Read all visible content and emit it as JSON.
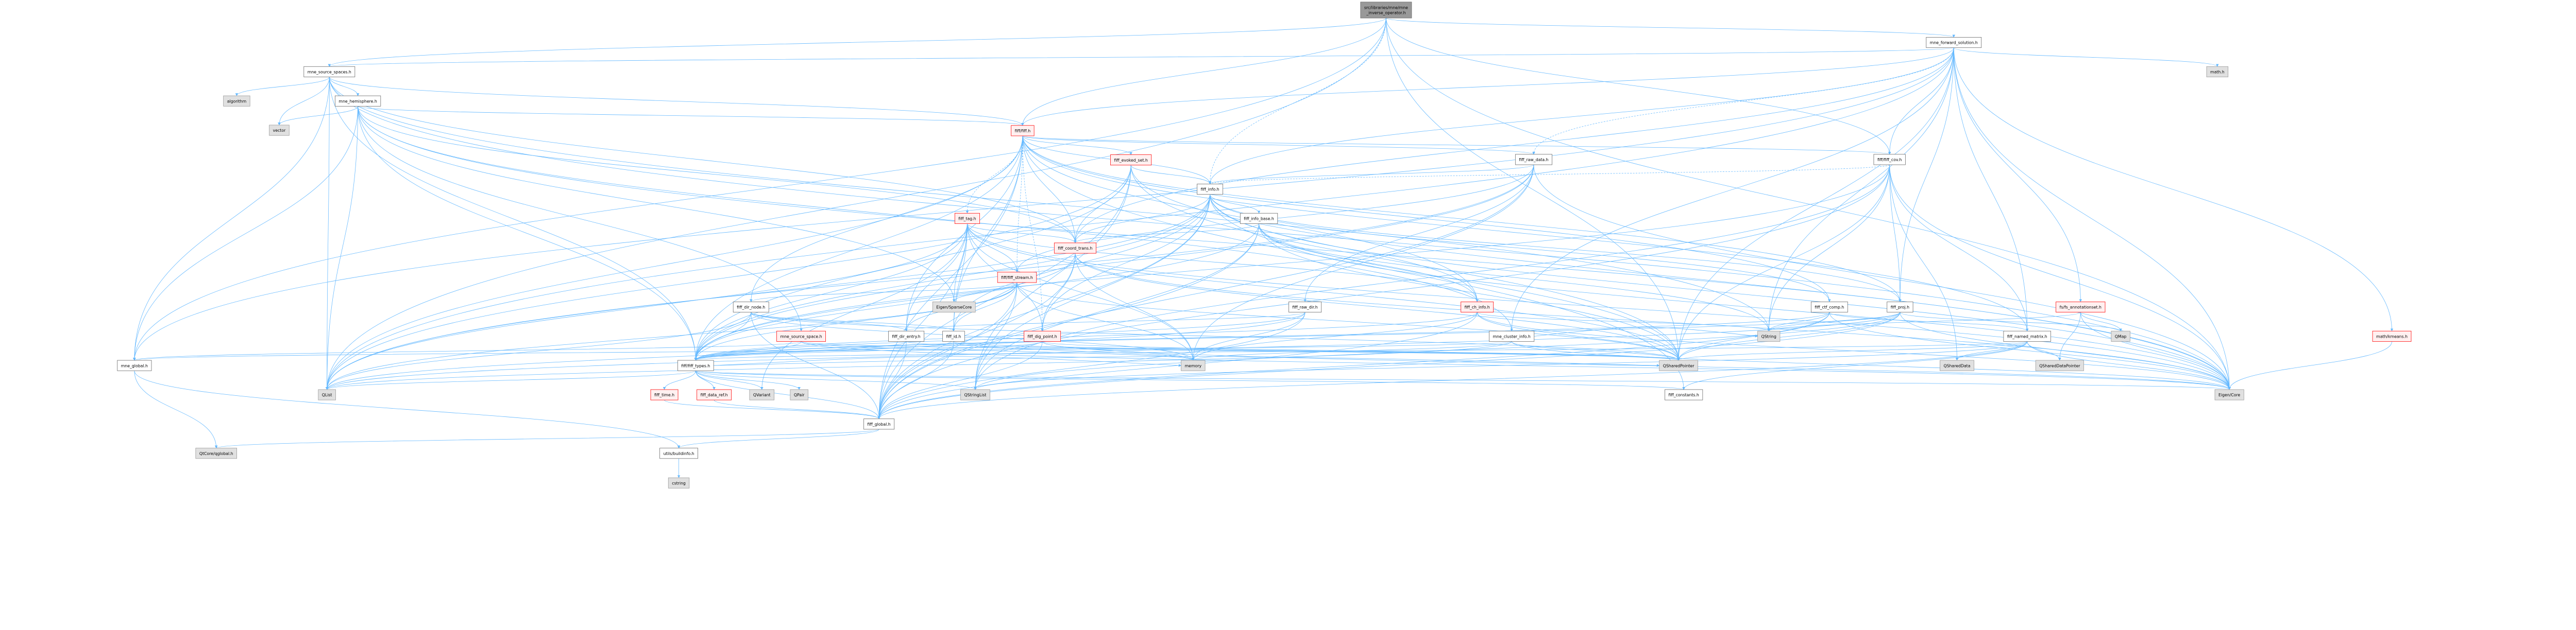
{
  "title": "src/libraries/mne/mne_inverse_operator.h",
  "colors": {
    "edge": "#63b8ff",
    "root_fill": "#999999",
    "red_border": "#ff0000",
    "red_fill": "#fff0f0",
    "external_fill": "#e0e0e0"
  },
  "nodes": [
    {
      "id": "root",
      "label": "src/libraries/mne/mne_inverse_operator.h",
      "lines": [
        "src/libraries/mne/mne",
        "_inverse_operator.h"
      ],
      "kind": "root"
    },
    {
      "id": "fwd",
      "label": "mne_forward_solution.h",
      "kind": "normal"
    },
    {
      "id": "ssp",
      "label": "mne_source_spaces.h",
      "kind": "normal"
    },
    {
      "id": "mathh",
      "label": "math.h",
      "kind": "ext"
    },
    {
      "id": "algorithm",
      "label": "algorithm",
      "kind": "ext"
    },
    {
      "id": "hemi",
      "label": "mne_hemisphere.h",
      "kind": "normal"
    },
    {
      "id": "vector",
      "label": "vector",
      "kind": "ext"
    },
    {
      "id": "fiff",
      "label": "fiff/fiff.h",
      "kind": "red"
    },
    {
      "id": "evoked",
      "label": "fiff_evoked_set.h",
      "kind": "red"
    },
    {
      "id": "rawdata",
      "label": "fiff_raw_data.h",
      "kind": "normal"
    },
    {
      "id": "cov",
      "label": "fiff/fiff_cov.h",
      "kind": "normal"
    },
    {
      "id": "info",
      "label": "fiff_info.h",
      "kind": "normal"
    },
    {
      "id": "tag",
      "label": "fiff_tag.h",
      "kind": "red"
    },
    {
      "id": "infobase",
      "label": "fiff_info_base.h",
      "kind": "normal"
    },
    {
      "id": "coord",
      "label": "fiff_coord_trans.h",
      "kind": "red"
    },
    {
      "id": "stream",
      "label": "fiff/fiff_stream.h",
      "kind": "red"
    },
    {
      "id": "dirnode",
      "label": "fiff_dir_node.h",
      "kind": "normal"
    },
    {
      "id": "sparse",
      "label": "Eigen/SparseCore",
      "kind": "ext"
    },
    {
      "id": "rawdir",
      "label": "fiff_raw_dir.h",
      "kind": "normal"
    },
    {
      "id": "chinfo",
      "label": "fiff_ch_info.h",
      "kind": "red"
    },
    {
      "id": "ctf",
      "label": "fiff_ctf_comp.h",
      "kind": "normal"
    },
    {
      "id": "proj",
      "label": "fiff_proj.h",
      "kind": "normal"
    },
    {
      "id": "annot",
      "label": "fs/fs_annotationset.h",
      "kind": "red"
    },
    {
      "id": "srcspace",
      "label": "mne_source_space.h",
      "kind": "red"
    },
    {
      "id": "direntry",
      "label": "fiff_dir_entry.h",
      "kind": "normal"
    },
    {
      "id": "fid",
      "label": "fiff_id.h",
      "kind": "normal"
    },
    {
      "id": "dig",
      "label": "fiff_dig_point.h",
      "kind": "red"
    },
    {
      "id": "cluster",
      "label": "mne_cluster_info.h",
      "kind": "normal"
    },
    {
      "id": "qstring",
      "label": "QString",
      "kind": "ext"
    },
    {
      "id": "named",
      "label": "fiff_named_matrix.h",
      "kind": "normal"
    },
    {
      "id": "qmap",
      "label": "QMap",
      "kind": "ext"
    },
    {
      "id": "kmeans",
      "label": "math/kmeans.h",
      "kind": "red"
    },
    {
      "id": "mneglobal",
      "label": "mne_global.h",
      "kind": "normal"
    },
    {
      "id": "types",
      "label": "fiff/fiff_types.h",
      "kind": "normal"
    },
    {
      "id": "memory",
      "label": "memory",
      "kind": "ext"
    },
    {
      "id": "qsp",
      "label": "QSharedPointer",
      "kind": "ext"
    },
    {
      "id": "qsd",
      "label": "QSharedData",
      "kind": "ext"
    },
    {
      "id": "qsdp",
      "label": "QSharedDataPointer",
      "kind": "ext"
    },
    {
      "id": "qlist",
      "label": "QList",
      "kind": "ext"
    },
    {
      "id": "time",
      "label": "fiff_time.h",
      "kind": "red"
    },
    {
      "id": "dataref",
      "label": "fiff_data_ref.h",
      "kind": "red"
    },
    {
      "id": "qvariant",
      "label": "QVariant",
      "kind": "ext"
    },
    {
      "id": "qpair",
      "label": "QPair",
      "kind": "ext"
    },
    {
      "id": "qstringlist",
      "label": "QStringList",
      "kind": "ext"
    },
    {
      "id": "constants",
      "label": "fiff_constants.h",
      "kind": "normal"
    },
    {
      "id": "eigencore",
      "label": "Eigen/Core",
      "kind": "ext"
    },
    {
      "id": "fglobal",
      "label": "fiff_global.h",
      "kind": "normal"
    },
    {
      "id": "buildinfo",
      "label": "utils/buildinfo.h",
      "kind": "normal"
    },
    {
      "id": "qglobal",
      "label": "QtCore/qglobal.h",
      "kind": "ext"
    },
    {
      "id": "cstring",
      "label": "cstring",
      "kind": "ext"
    }
  ],
  "edges": [
    [
      "root",
      "fwd"
    ],
    [
      "root",
      "ssp"
    ],
    [
      "root",
      "cov"
    ],
    [
      "root",
      "info",
      1
    ],
    [
      "root",
      "mneglobal"
    ],
    [
      "root",
      "qlist"
    ],
    [
      "root",
      "eigencore"
    ],
    [
      "root",
      "qsp"
    ],
    [
      "root",
      "fiff"
    ],
    [
      "fwd",
      "ssp"
    ],
    [
      "fwd",
      "mathh"
    ],
    [
      "fwd",
      "cov"
    ],
    [
      "fwd",
      "fiff"
    ],
    [
      "fwd",
      "info"
    ],
    [
      "fwd",
      "proj"
    ],
    [
      "fwd",
      "cluster"
    ],
    [
      "fwd",
      "kmeans"
    ],
    [
      "fwd",
      "qlist"
    ],
    [
      "fwd",
      "qstring"
    ],
    [
      "fwd",
      "qsp"
    ],
    [
      "fwd",
      "eigencore"
    ],
    [
      "fwd",
      "mneglobal"
    ],
    [
      "fwd",
      "named"
    ],
    [
      "fwd",
      "annot"
    ],
    [
      "fwd",
      "coord"
    ],
    [
      "fwd",
      "rawdata",
      1
    ],
    [
      "ssp",
      "algorithm"
    ],
    [
      "ssp",
      "vector"
    ],
    [
      "ssp",
      "hemi"
    ],
    [
      "ssp",
      "fiff"
    ],
    [
      "ssp",
      "types"
    ],
    [
      "ssp",
      "mneglobal"
    ],
    [
      "ssp",
      "qlist"
    ],
    [
      "ssp",
      "eigencore"
    ],
    [
      "ssp",
      "coord"
    ],
    [
      "ssp",
      "qstring"
    ],
    [
      "hemi",
      "vector"
    ],
    [
      "hemi",
      "fiff"
    ],
    [
      "hemi",
      "types"
    ],
    [
      "hemi",
      "cluster"
    ],
    [
      "hemi",
      "eigencore"
    ],
    [
      "hemi",
      "sparse"
    ],
    [
      "hemi",
      "qlist"
    ],
    [
      "hemi",
      "mneglobal"
    ],
    [
      "hemi",
      "coord"
    ],
    [
      "hemi",
      "srcspace"
    ],
    [
      "fiff",
      "evoked"
    ],
    [
      "fiff",
      "info"
    ],
    [
      "fiff",
      "rawdata"
    ],
    [
      "fiff",
      "tag",
      1
    ],
    [
      "fiff",
      "coord"
    ],
    [
      "fiff",
      "stream",
      1
    ],
    [
      "fiff",
      "dirnode"
    ],
    [
      "fiff",
      "types"
    ],
    [
      "fiff",
      "fglobal"
    ],
    [
      "fiff",
      "cov"
    ],
    [
      "fiff",
      "chinfo"
    ],
    [
      "fiff",
      "constants"
    ],
    [
      "fiff",
      "dig",
      1
    ],
    [
      "fiff",
      "fid"
    ],
    [
      "fiff",
      "direntry"
    ],
    [
      "fiff",
      "proj"
    ],
    [
      "fiff",
      "named"
    ],
    [
      "fiff",
      "ctf"
    ],
    [
      "fiff",
      "qlist"
    ],
    [
      "evoked",
      "info"
    ],
    [
      "evoked",
      "types"
    ],
    [
      "evoked",
      "fglobal"
    ],
    [
      "evoked",
      "qlist"
    ],
    [
      "evoked",
      "eigencore"
    ],
    [
      "evoked",
      "qsp"
    ],
    [
      "evoked",
      "coord"
    ],
    [
      "evoked",
      "qstringlist"
    ],
    [
      "rawdata",
      "info"
    ],
    [
      "rawdata",
      "rawdir"
    ],
    [
      "rawdata",
      "types"
    ],
    [
      "rawdata",
      "fglobal"
    ],
    [
      "rawdata",
      "eigencore"
    ],
    [
      "rawdata",
      "qlist"
    ],
    [
      "rawdata",
      "memory"
    ],
    [
      "rawdata",
      "stream"
    ],
    [
      "cov",
      "proj"
    ],
    [
      "cov",
      "named"
    ],
    [
      "cov",
      "types"
    ],
    [
      "cov",
      "fglobal"
    ],
    [
      "cov",
      "eigencore"
    ],
    [
      "cov",
      "qsp"
    ],
    [
      "cov",
      "qstring"
    ],
    [
      "cov",
      "qstringlist"
    ],
    [
      "cov",
      "info",
      1
    ],
    [
      "cov",
      "qsd"
    ],
    [
      "info",
      "infobase"
    ],
    [
      "info",
      "ctf"
    ],
    [
      "info",
      "coord"
    ],
    [
      "info",
      "chinfo"
    ],
    [
      "info",
      "dig"
    ],
    [
      "info",
      "fid"
    ],
    [
      "info",
      "proj"
    ],
    [
      "info",
      "types"
    ],
    [
      "info",
      "fglobal"
    ],
    [
      "info",
      "qlist"
    ],
    [
      "info",
      "qsp"
    ],
    [
      "info",
      "eigencore"
    ],
    [
      "info",
      "qstringlist"
    ],
    [
      "tag",
      "coord"
    ],
    [
      "tag",
      "stream"
    ],
    [
      "tag",
      "fid"
    ],
    [
      "tag",
      "direntry"
    ],
    [
      "tag",
      "chinfo"
    ],
    [
      "tag",
      "dig"
    ],
    [
      "tag",
      "types"
    ],
    [
      "tag",
      "fglobal"
    ],
    [
      "tag",
      "eigencore"
    ],
    [
      "tag",
      "sparse"
    ],
    [
      "tag",
      "qlist"
    ],
    [
      "tag",
      "memory"
    ],
    [
      "tag",
      "qsp"
    ],
    [
      "tag",
      "qvariant"
    ],
    [
      "infobase",
      "coord"
    ],
    [
      "infobase",
      "chinfo"
    ],
    [
      "infobase",
      "types"
    ],
    [
      "infobase",
      "fglobal"
    ],
    [
      "infobase",
      "eigencore"
    ],
    [
      "infobase",
      "qsp"
    ],
    [
      "infobase",
      "qstringlist"
    ],
    [
      "infobase",
      "qstring"
    ],
    [
      "coord",
      "dig"
    ],
    [
      "coord",
      "types"
    ],
    [
      "coord",
      "fglobal"
    ],
    [
      "coord",
      "eigencore"
    ],
    [
      "coord",
      "qsp"
    ],
    [
      "coord",
      "memory"
    ],
    [
      "stream",
      "dirnode"
    ],
    [
      "stream",
      "sparse"
    ],
    [
      "stream",
      "types"
    ],
    [
      "stream",
      "fglobal"
    ],
    [
      "stream",
      "qlist"
    ],
    [
      "stream",
      "memory"
    ],
    [
      "stream",
      "qstringlist"
    ],
    [
      "stream",
      "qsp"
    ],
    [
      "stream",
      "fid"
    ],
    [
      "stream",
      "direntry"
    ],
    [
      "dirnode",
      "direntry"
    ],
    [
      "dirnode",
      "fid"
    ],
    [
      "dirnode",
      "types"
    ],
    [
      "dirnode",
      "fglobal"
    ],
    [
      "dirnode",
      "qlist"
    ],
    [
      "dirnode",
      "memory"
    ],
    [
      "dirnode",
      "qsp"
    ],
    [
      "rawdir",
      "direntry"
    ],
    [
      "rawdir",
      "types"
    ],
    [
      "rawdir",
      "fglobal"
    ],
    [
      "rawdir",
      "qlist"
    ],
    [
      "rawdir",
      "memory"
    ],
    [
      "chinfo",
      "types"
    ],
    [
      "chinfo",
      "fglobal"
    ],
    [
      "chinfo",
      "eigencore"
    ],
    [
      "chinfo",
      "qstring"
    ],
    [
      "chinfo",
      "qsp"
    ],
    [
      "chinfo",
      "memory"
    ],
    [
      "ctf",
      "named"
    ],
    [
      "ctf",
      "types"
    ],
    [
      "ctf",
      "fglobal"
    ],
    [
      "ctf",
      "eigencore"
    ],
    [
      "ctf",
      "qsp"
    ],
    [
      "ctf",
      "qstring"
    ],
    [
      "proj",
      "types"
    ],
    [
      "proj",
      "fglobal"
    ],
    [
      "proj",
      "eigencore"
    ],
    [
      "proj",
      "qsp"
    ],
    [
      "proj",
      "qstring"
    ],
    [
      "proj",
      "qstringlist"
    ],
    [
      "proj",
      "qlist"
    ],
    [
      "proj",
      "qmap"
    ],
    [
      "annot",
      "qstring"
    ],
    [
      "annot",
      "qmap"
    ],
    [
      "annot",
      "qsdp"
    ],
    [
      "annot",
      "eigencore"
    ],
    [
      "srcspace",
      "mneglobal"
    ],
    [
      "srcspace",
      "types"
    ],
    [
      "srcspace",
      "memory"
    ],
    [
      "srcspace",
      "qsp"
    ],
    [
      "srcspace",
      "eigencore"
    ],
    [
      "direntry",
      "types"
    ],
    [
      "direntry",
      "fglobal"
    ],
    [
      "direntry",
      "qsp"
    ],
    [
      "fid",
      "types"
    ],
    [
      "fid",
      "fglobal"
    ],
    [
      "fid",
      "qsp"
    ],
    [
      "fid",
      "memory"
    ],
    [
      "dig",
      "types"
    ],
    [
      "dig",
      "fglobal"
    ],
    [
      "dig",
      "qsp"
    ],
    [
      "dig",
      "memory"
    ],
    [
      "dig",
      "eigencore"
    ],
    [
      "cluster",
      "mneglobal"
    ],
    [
      "cluster",
      "qlist"
    ],
    [
      "cluster",
      "qstring"
    ],
    [
      "cluster",
      "eigencore"
    ],
    [
      "cluster",
      "memory"
    ],
    [
      "cluster",
      "qsp"
    ],
    [
      "named",
      "types"
    ],
    [
      "named",
      "fglobal"
    ],
    [
      "named",
      "eigencore"
    ],
    [
      "named",
      "qsd"
    ],
    [
      "named",
      "qsdp"
    ],
    [
      "named",
      "qsp"
    ],
    [
      "named",
      "qstringlist"
    ],
    [
      "named",
      "constants"
    ],
    [
      "kmeans",
      "eigencore"
    ],
    [
      "mneglobal",
      "qglobal"
    ],
    [
      "mneglobal",
      "buildinfo"
    ],
    [
      "types",
      "time"
    ],
    [
      "types",
      "dataref"
    ],
    [
      "types",
      "qvariant"
    ],
    [
      "types",
      "qpair"
    ],
    [
      "types",
      "fglobal"
    ],
    [
      "types",
      "eigencore"
    ],
    [
      "types",
      "qlist"
    ],
    [
      "types",
      "qstringlist"
    ],
    [
      "types",
      "qsp"
    ],
    [
      "types",
      "constants"
    ],
    [
      "types",
      "memory"
    ],
    [
      "time",
      "fglobal"
    ],
    [
      "dataref",
      "fglobal"
    ],
    [
      "fglobal",
      "buildinfo"
    ],
    [
      "fglobal",
      "qglobal"
    ],
    [
      "buildinfo",
      "cstring"
    ]
  ]
}
